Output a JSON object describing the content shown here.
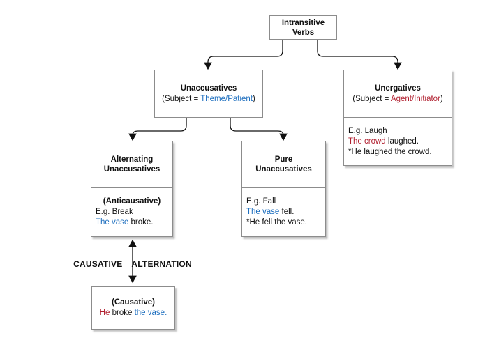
{
  "colors": {
    "subject_blue": "#1e6fbf",
    "subject_red": "#b01e2e",
    "box_border": "#8c8c8c",
    "arrow": "#111111",
    "text": "#111111",
    "canvas_bg": "#ffffff"
  },
  "nodes": {
    "root": {
      "line1": "Intransitive",
      "line2": "Verbs"
    },
    "unaccusatives": {
      "title": "Unaccusatives",
      "subject_prefix": "(Subject = ",
      "subject_role": "Theme/Patient",
      "subject_suffix": ")"
    },
    "unergatives": {
      "title": "Unergatives",
      "subject_prefix": "(Subject = ",
      "subject_role": "Agent/Initiator",
      "subject_suffix": ")",
      "example_label": "E.g. Laugh",
      "grammatical_subject": "The crowd",
      "grammatical_rest": " laughed.",
      "ungrammatical": "*He laughed the crowd."
    },
    "alternating": {
      "line1": "Alternating",
      "line2": "Unaccusatives",
      "subheading": "(Anticausative)",
      "example_label": "E.g. Break",
      "grammatical_subject": "The vase",
      "grammatical_rest": " broke."
    },
    "pure": {
      "line1": "Pure",
      "line2": "Unaccusatives",
      "example_label": "E.g. Fall",
      "grammatical_subject": "The vase",
      "grammatical_rest": " fell.",
      "ungrammatical": "*He fell the vase."
    },
    "causative": {
      "subheading": "(Causative)",
      "sentence_subject": "He",
      "sentence_verb": " broke ",
      "sentence_object": "the vase."
    }
  },
  "relation_label": {
    "left": "CAUSATIVE",
    "right": "ALTERNATION"
  }
}
